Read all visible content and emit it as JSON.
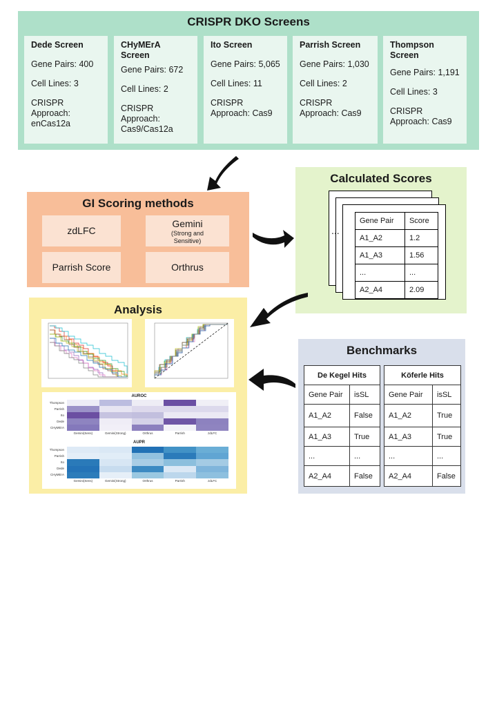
{
  "screens": {
    "title": "CRISPR DKO Screens",
    "items": [
      {
        "name": "Dede Screen",
        "gene_pairs": "Gene Pairs: 400",
        "cell_lines": "Cell Lines:  3",
        "approach_label": "CRISPR",
        "approach": "Approach:",
        "approach2": "enCas12a"
      },
      {
        "name": "CHyMErA",
        "name2": "Screen",
        "gene_pairs": "Gene Pairs: 672",
        "cell_lines": "Cell Lines:  2",
        "approach_label": "CRISPR",
        "approach": "Approach:",
        "approach2": "Cas9/Cas12a"
      },
      {
        "name": "Ito Screen",
        "gene_pairs": "Gene Pairs: 5,065",
        "cell_lines": "Cell Lines:  11",
        "approach_label": "CRISPR",
        "approach": "Approach: Cas9"
      },
      {
        "name": "Parrish Screen",
        "gene_pairs": "Gene Pairs: 1,030",
        "cell_lines": "Cell Lines:  2",
        "approach_label": "CRISPR",
        "approach": "Approach: Cas9"
      },
      {
        "name": "Thompson",
        "name2": "Screen",
        "gene_pairs": "Gene Pairs: 1,191",
        "cell_lines": "Cell Lines:  3",
        "approach_label": "CRISPR",
        "approach": "Approach: Cas9"
      }
    ]
  },
  "gi": {
    "title": "GI Scoring methods",
    "methods": [
      "zdLFC",
      "Gemini",
      "Parrish Score",
      "Orthrus"
    ],
    "gemini_sub1": "(Strong and",
    "gemini_sub2": "Sensitive)"
  },
  "calc": {
    "title": "Calculated Scores",
    "ellipsis": "...",
    "headers": [
      "Gene Pair",
      "Score"
    ],
    "rows": [
      [
        "A1_A2",
        "1.2"
      ],
      [
        "A1_A3",
        "1.56"
      ],
      [
        "...",
        "..."
      ],
      [
        "A2_A4",
        "2.09"
      ]
    ]
  },
  "analysis": {
    "title": "Analysis",
    "auroc_title": "AUROC",
    "aupr_title": "AUPR",
    "heatmap_rows": [
      "Thompson",
      "Parrish",
      "Ito",
      "Dede",
      "CHyMErA"
    ],
    "heatmap_cols": [
      "Gemini(Sens)",
      "Gemini(Strong)",
      "Orthrus",
      "Parrish",
      "zdLFC"
    ],
    "auroc_colors": [
      [
        "#ededf6",
        "#bcbde0",
        "#eeedf5",
        "#6a4fa3",
        "#f0eff6"
      ],
      [
        "#9b92c8",
        "#e7e5f2",
        "#ddd9ec",
        "#dcd9ec",
        "#dcd9ec"
      ],
      [
        "#6b4fa2",
        "#c6c3e0",
        "#c2bfde",
        "#ebe9f4",
        "#ebe9f4"
      ],
      [
        "#8e84c0",
        "#efedf6",
        "#d5d2e8",
        "#6f56a6",
        "#8d82bf"
      ],
      [
        "#8479bb",
        "#f1eff7",
        "#8c80be",
        "#f3f2f8",
        "#8f84c0"
      ]
    ],
    "aupr_colors": [
      [
        "#deeaf6",
        "#dae8f5",
        "#2171b5",
        "#4292c6",
        "#6aaed6"
      ],
      [
        "#e4eef8",
        "#e1edf7",
        "#92c1df",
        "#2b7bba",
        "#60a5d3"
      ],
      [
        "#2a7ab9",
        "#d7e6f4",
        "#a9cde5",
        "#8cbfdd",
        "#a4cbe4"
      ],
      [
        "#2473b7",
        "#c7dcef",
        "#3c8ac2",
        "#dbe8f5",
        "#7fb5db"
      ],
      [
        "#2c7cba",
        "#e6eff8",
        "#9ac8e1",
        "#bcd7ec",
        "#8ec0df"
      ]
    ],
    "line_colors": [
      "#d62728",
      "#ff7f0e",
      "#2ca02c",
      "#9467bd",
      "#e377c2",
      "#17becf",
      "#8c564b",
      "#bcbd22",
      "#1f77b4",
      "#7f7f7f"
    ]
  },
  "bench": {
    "title": "Benchmarks",
    "tables": [
      {
        "title": "De Kegel Hits",
        "headers": [
          "Gene Pair",
          "isSL"
        ],
        "rows": [
          [
            "A1_A2",
            "False"
          ],
          [
            "A1_A3",
            "True"
          ],
          [
            "...",
            "..."
          ],
          [
            "A2_A4",
            "False"
          ]
        ]
      },
      {
        "title": "Köferle Hits",
        "headers": [
          "Gene Pair",
          "isSL"
        ],
        "rows": [
          [
            "A1_A2",
            "True"
          ],
          [
            "A1_A3",
            "True"
          ],
          [
            "...",
            "..."
          ],
          [
            "A2_A4",
            "False"
          ]
        ]
      }
    ]
  }
}
